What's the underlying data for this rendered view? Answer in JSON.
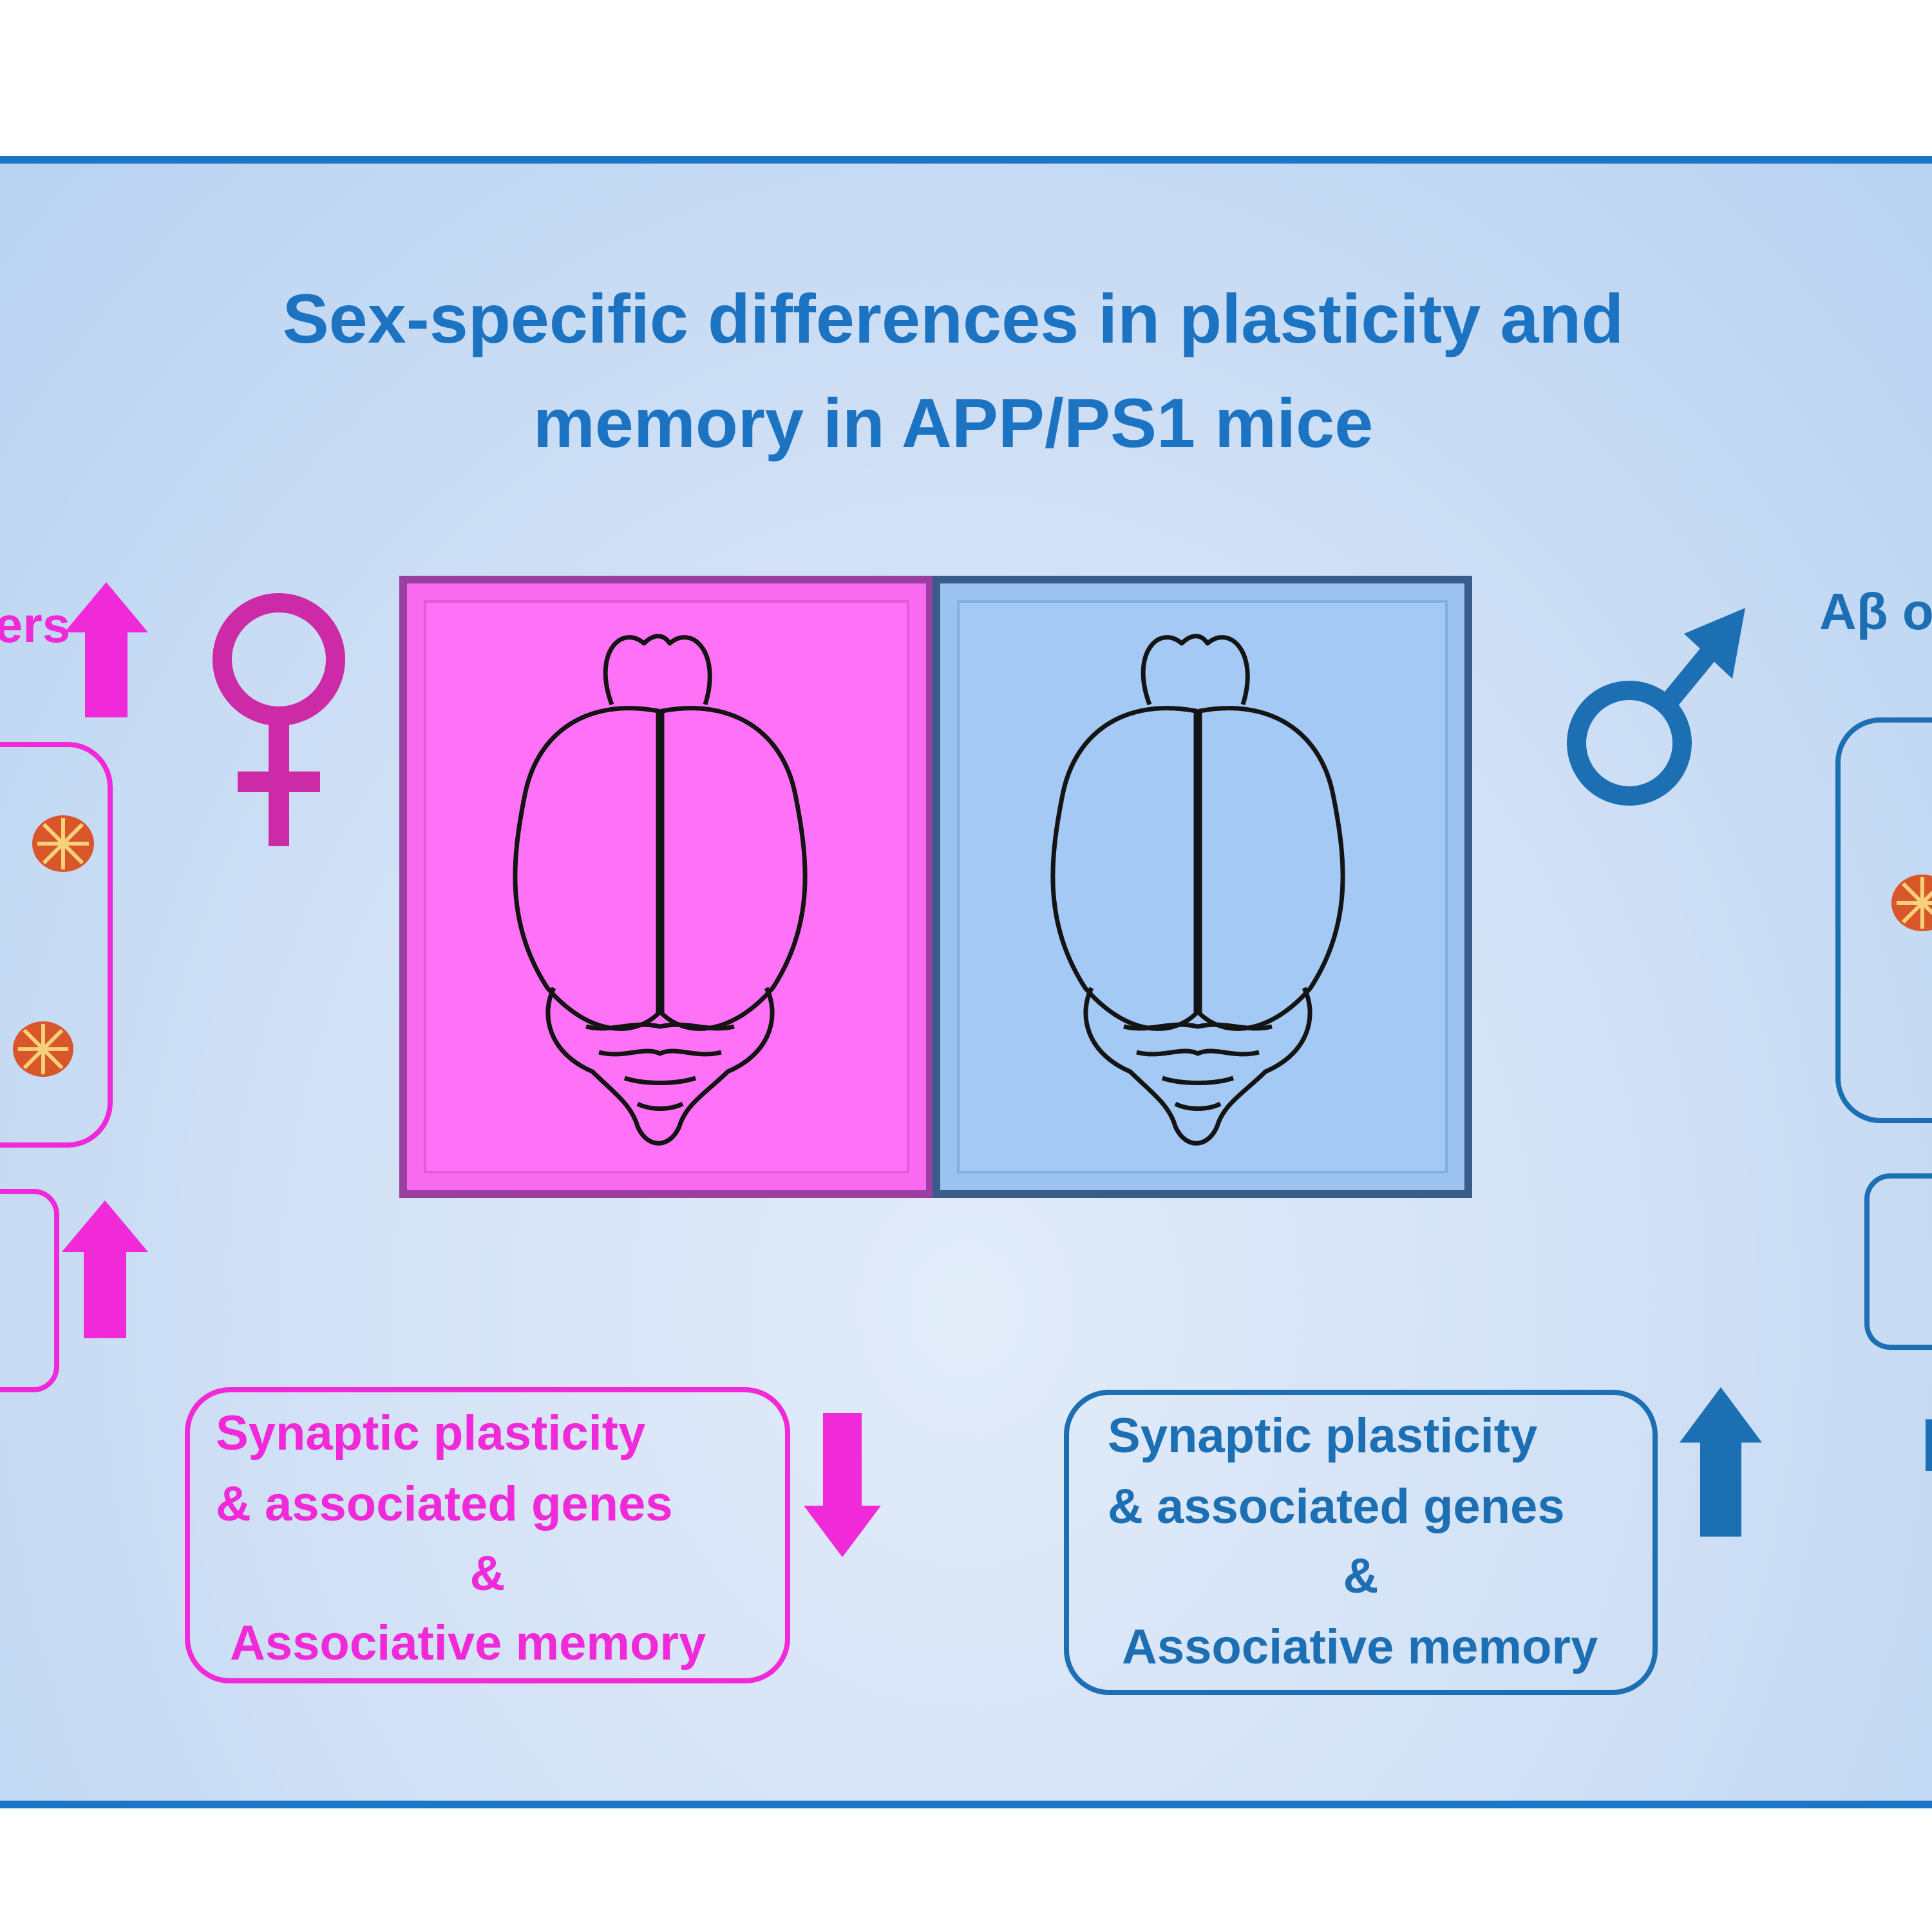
{
  "title": {
    "line1": "Sex-specific differences  in  plasticity and",
    "line2": "memory in APP/PS1 mice"
  },
  "female": {
    "partial_label": "ers",
    "box": {
      "line1": "Synaptic  plasticity",
      "line2": "& associated  genes",
      "line3": "&",
      "line4": "Associative  memory"
    }
  },
  "male": {
    "partial_label": "Aβ o",
    "box": {
      "line1": "Synaptic  plasticity",
      "line2": "& associated  genes",
      "line3": "&",
      "line4": "Associative  memory"
    }
  },
  "colors": {
    "female": "#f02ad8",
    "male": "#1c6fb3",
    "frame": "#1c76c8",
    "female_panel": "#ff72f7",
    "male_panel": "#a3c9f4"
  },
  "icons": [
    "female-symbol-icon",
    "male-symbol-icon",
    "brain-icon",
    "amyloid-plaque-icon",
    "up-arrow-icon",
    "down-arrow-icon"
  ]
}
